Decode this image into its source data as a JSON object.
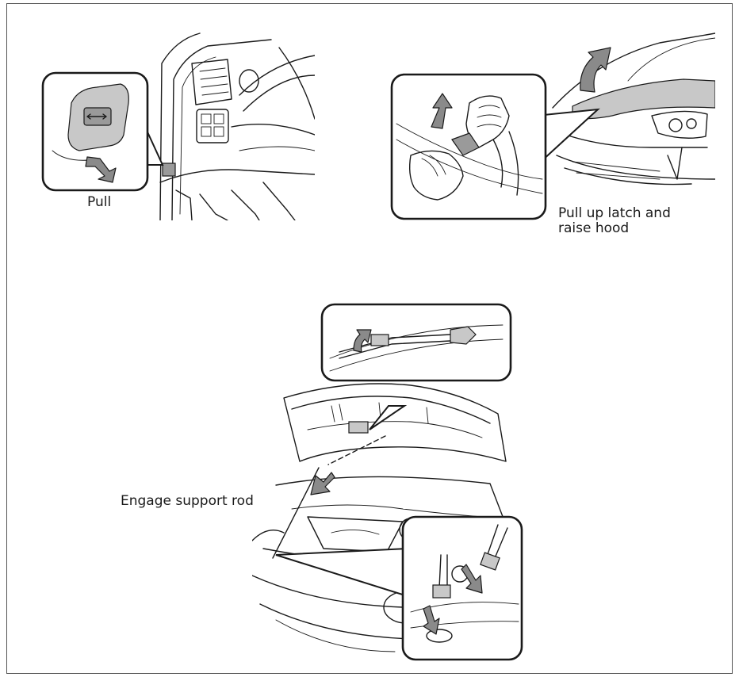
{
  "steps": [
    {
      "caption": "Pull",
      "icon": "hood-release-lever-illustration"
    },
    {
      "caption_line1": "Pull up latch and",
      "caption_line2": "raise hood",
      "icon": "hood-latch-illustration"
    },
    {
      "caption": "Engage support rod",
      "icon": "support-rod-illustration"
    }
  ]
}
